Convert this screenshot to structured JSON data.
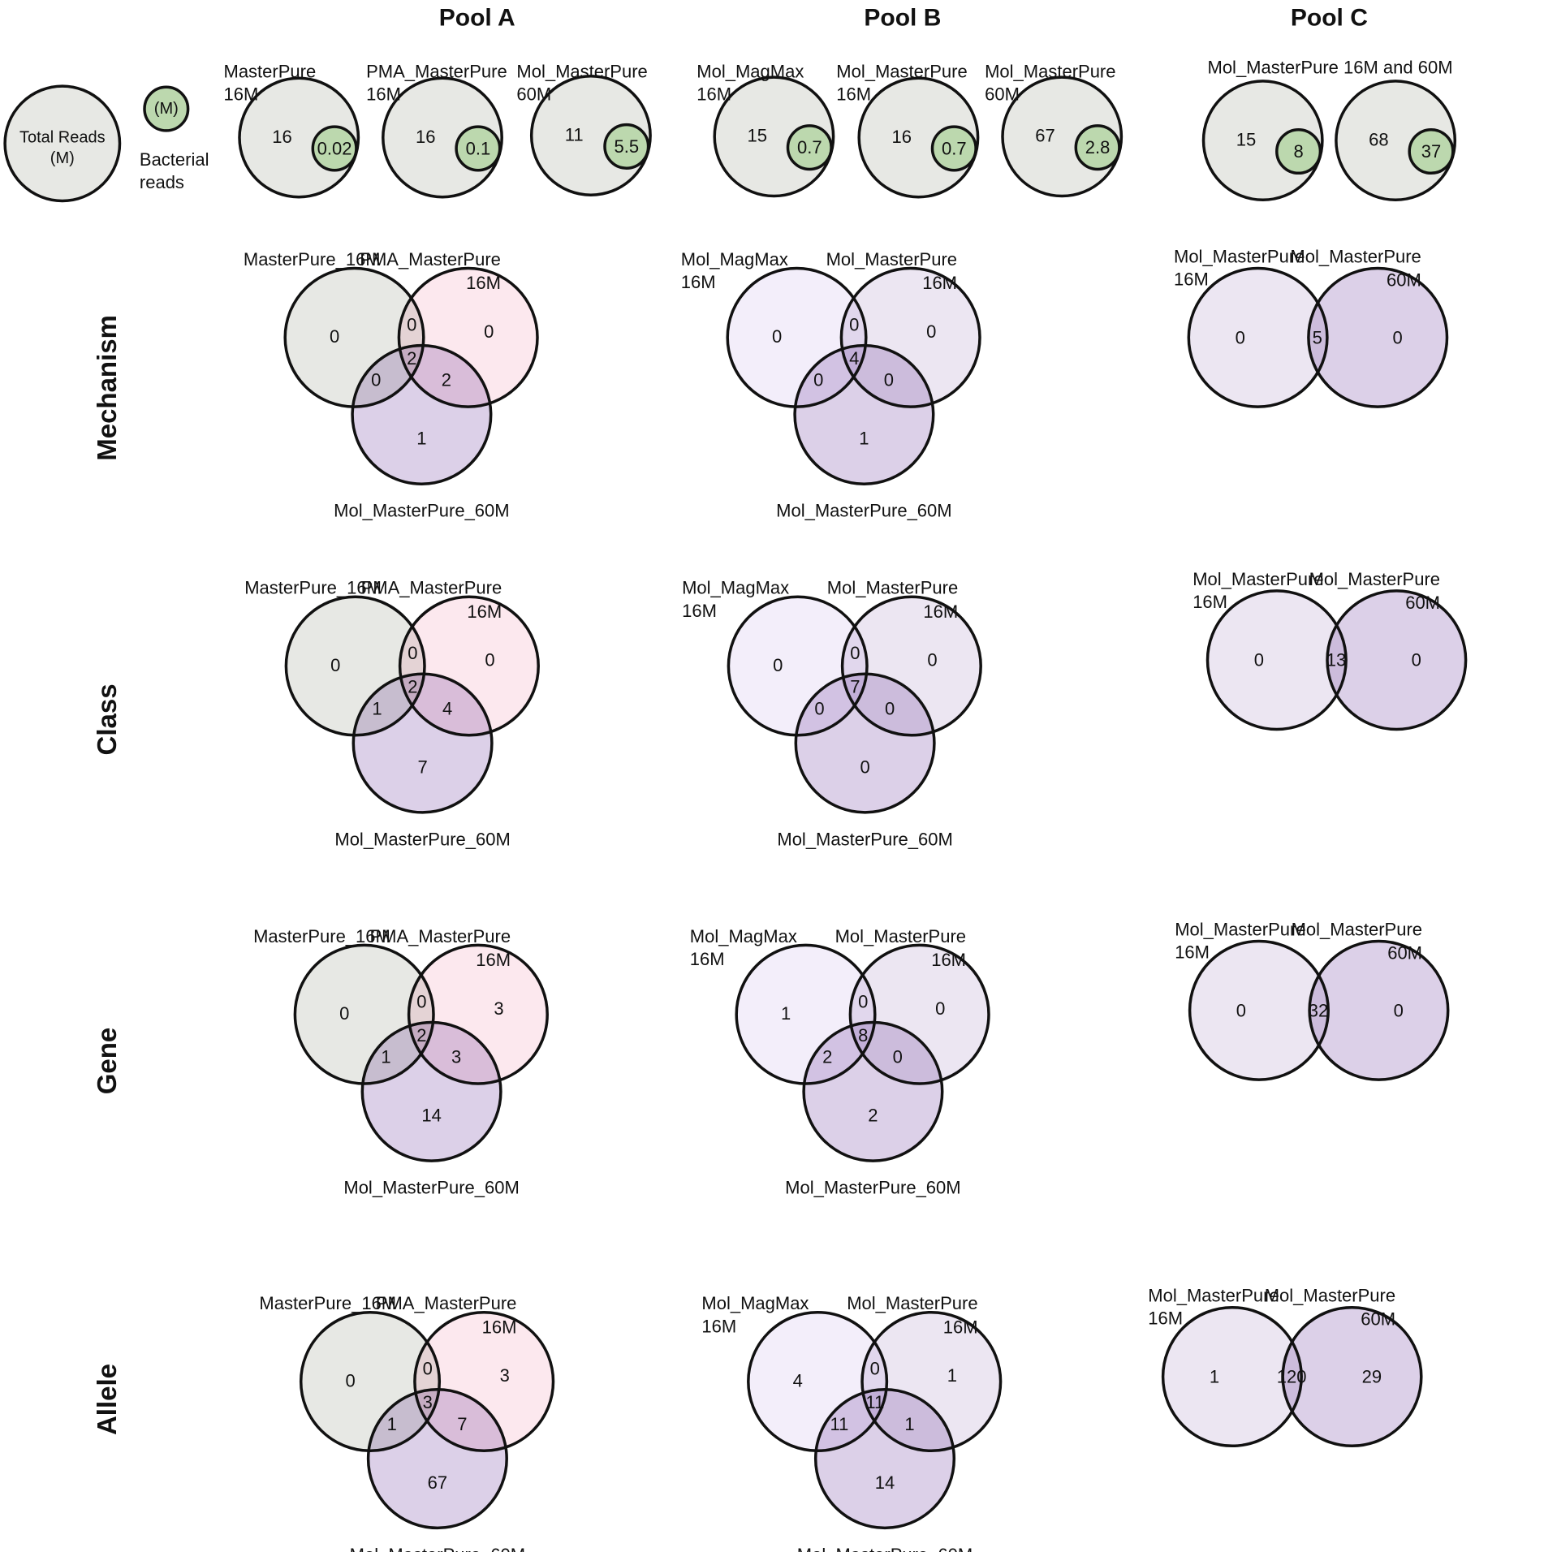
{
  "colors": {
    "grey": "#e7e8e4",
    "green": "#bcd8ae",
    "pink": "#fce8ee",
    "lavender_light": "#f3eefa",
    "lavender": "#ece6f2",
    "purple": "#dcd0e8",
    "stroke": "#111111"
  },
  "pools": [
    "Pool A",
    "Pool B",
    "Pool C"
  ],
  "rows": [
    "Mechanism",
    "Class",
    "Gene",
    "Allele"
  ],
  "legend": {
    "total_label": [
      "Total Reads",
      "(M)"
    ],
    "bacterial_inner": "(M)",
    "bacterial_label": [
      "Bacterial",
      "reads"
    ]
  },
  "reads": {
    "pool_c_title": "Mol_MasterPure 16M and 60M",
    "items": [
      {
        "label": [
          "MasterPure",
          "16M"
        ],
        "total": "16",
        "bacterial": "0.02"
      },
      {
        "label": [
          "PMA_MasterPure",
          "16M"
        ],
        "total": "16",
        "bacterial": "0.1"
      },
      {
        "label": [
          "Mol_MasterPure",
          "60M"
        ],
        "total": "11",
        "bacterial": "5.5"
      },
      {
        "label": [
          "Mol_MagMax",
          "16M"
        ],
        "total": "15",
        "bacterial": "0.7"
      },
      {
        "label": [
          "Mol_MasterPure",
          "16M"
        ],
        "total": "16",
        "bacterial": "0.7"
      },
      {
        "label": [
          "Mol_MasterPure",
          "60M"
        ],
        "total": "67",
        "bacterial": "2.8"
      },
      {
        "label": [],
        "total": "15",
        "bacterial": "8"
      },
      {
        "label": [],
        "total": "68",
        "bacterial": "37"
      }
    ]
  },
  "venn_a": {
    "set_a": "MasterPure_16M",
    "set_b": [
      "PMA_MasterPure",
      "16M"
    ],
    "set_c": "Mol_MasterPure_60M",
    "regions": {
      "Mechanism": {
        "a": 0,
        "b": 0,
        "ab": 0,
        "abc": 2,
        "ac": 0,
        "bc": 2,
        "c": 1
      },
      "Class": {
        "a": 0,
        "b": 0,
        "ab": 0,
        "abc": 2,
        "ac": 1,
        "bc": 4,
        "c": 7
      },
      "Gene": {
        "a": 0,
        "b": 3,
        "ab": 0,
        "abc": 2,
        "ac": 1,
        "bc": 3,
        "c": 14
      },
      "Allele": {
        "a": 0,
        "b": 3,
        "ab": 0,
        "abc": 3,
        "ac": 1,
        "bc": 7,
        "c": 67
      }
    }
  },
  "venn_b": {
    "set_a": [
      "Mol_MagMax",
      "16M"
    ],
    "set_b": [
      "Mol_MasterPure",
      "16M"
    ],
    "set_c": "Mol_MasterPure_60M",
    "regions": {
      "Mechanism": {
        "a": 0,
        "b": 0,
        "ab": 0,
        "abc": 4,
        "ac": 0,
        "bc": 0,
        "c": 1
      },
      "Class": {
        "a": 0,
        "b": 0,
        "ab": 0,
        "abc": 7,
        "ac": 0,
        "bc": 0,
        "c": 0
      },
      "Gene": {
        "a": 1,
        "b": 0,
        "ab": 0,
        "abc": 8,
        "ac": 2,
        "bc": 0,
        "c": 2
      },
      "Allele": {
        "a": 4,
        "b": 1,
        "ab": 0,
        "abc": 11,
        "ac": 11,
        "bc": 1,
        "c": 14
      }
    }
  },
  "venn_c": {
    "set_a": [
      "Mol_MasterPure",
      "16M"
    ],
    "set_b": [
      "Mol_MasterPure",
      "60M"
    ],
    "regions": {
      "Mechanism": {
        "a": 0,
        "ab": 5,
        "b": 0
      },
      "Class": {
        "a": 0,
        "ab": 13,
        "b": 0
      },
      "Gene": {
        "a": 0,
        "ab": 32,
        "b": 0
      },
      "Allele": {
        "a": 1,
        "ab": 120,
        "b": 29
      }
    }
  }
}
